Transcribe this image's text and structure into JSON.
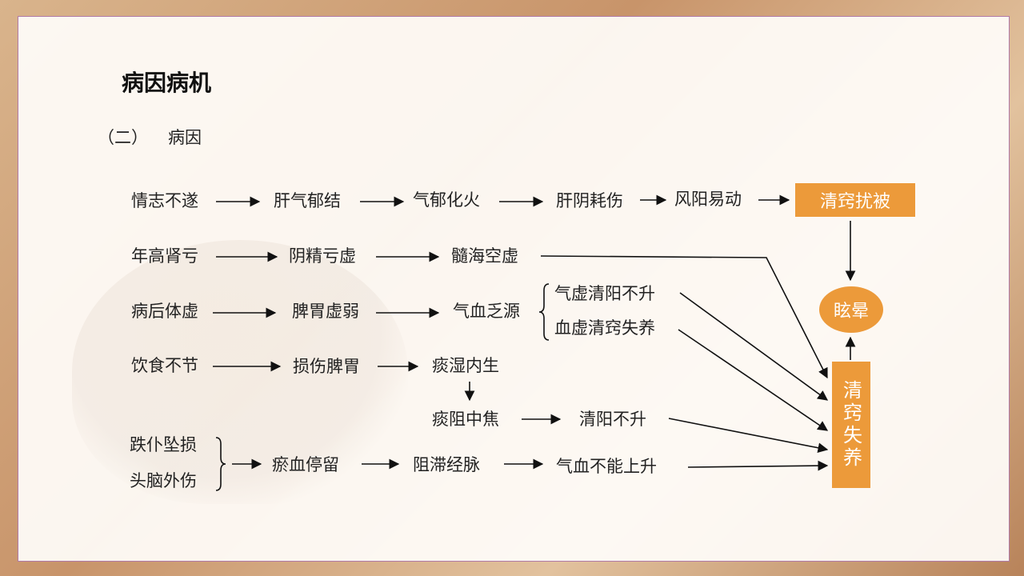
{
  "slide": {
    "title": "病因病机",
    "section_number": "（二）",
    "section_title": "病因"
  },
  "nodes": {
    "qingzhi": "情志不遂",
    "ganqi": "肝气郁结",
    "qiyu": "气郁化火",
    "ganyin": "肝阴耗伤",
    "fengyang": "风阳易动",
    "qiaoraobei": "清窍扰被",
    "niangao": "年高肾亏",
    "yinjing": "阴精亏虚",
    "suihai": "髓海空虚",
    "bingHou": "病后体虚",
    "piwei": "脾胃虚弱",
    "qixue": "气血乏源",
    "qixu": "气虚清阳不升",
    "xuexu": "血虚清窍失养",
    "xuanyun": "眩晕",
    "yinshi": "饮食不节",
    "sunshang": "损伤脾胃",
    "tanshi": "痰湿内生",
    "tanzu": "痰阻中焦",
    "qingyang": "清阳不升",
    "qiaoshiyang": "清窍失养",
    "diepu": "跌仆坠损",
    "tounao": "头脑外伤",
    "yuxue": "瘀血停留",
    "zuzhi": "阻滞经脉",
    "qixuebuneng": "气血不能上升"
  },
  "colors": {
    "accent": "#ec9a3a",
    "text": "#222222",
    "frame": "#b07aa8"
  }
}
